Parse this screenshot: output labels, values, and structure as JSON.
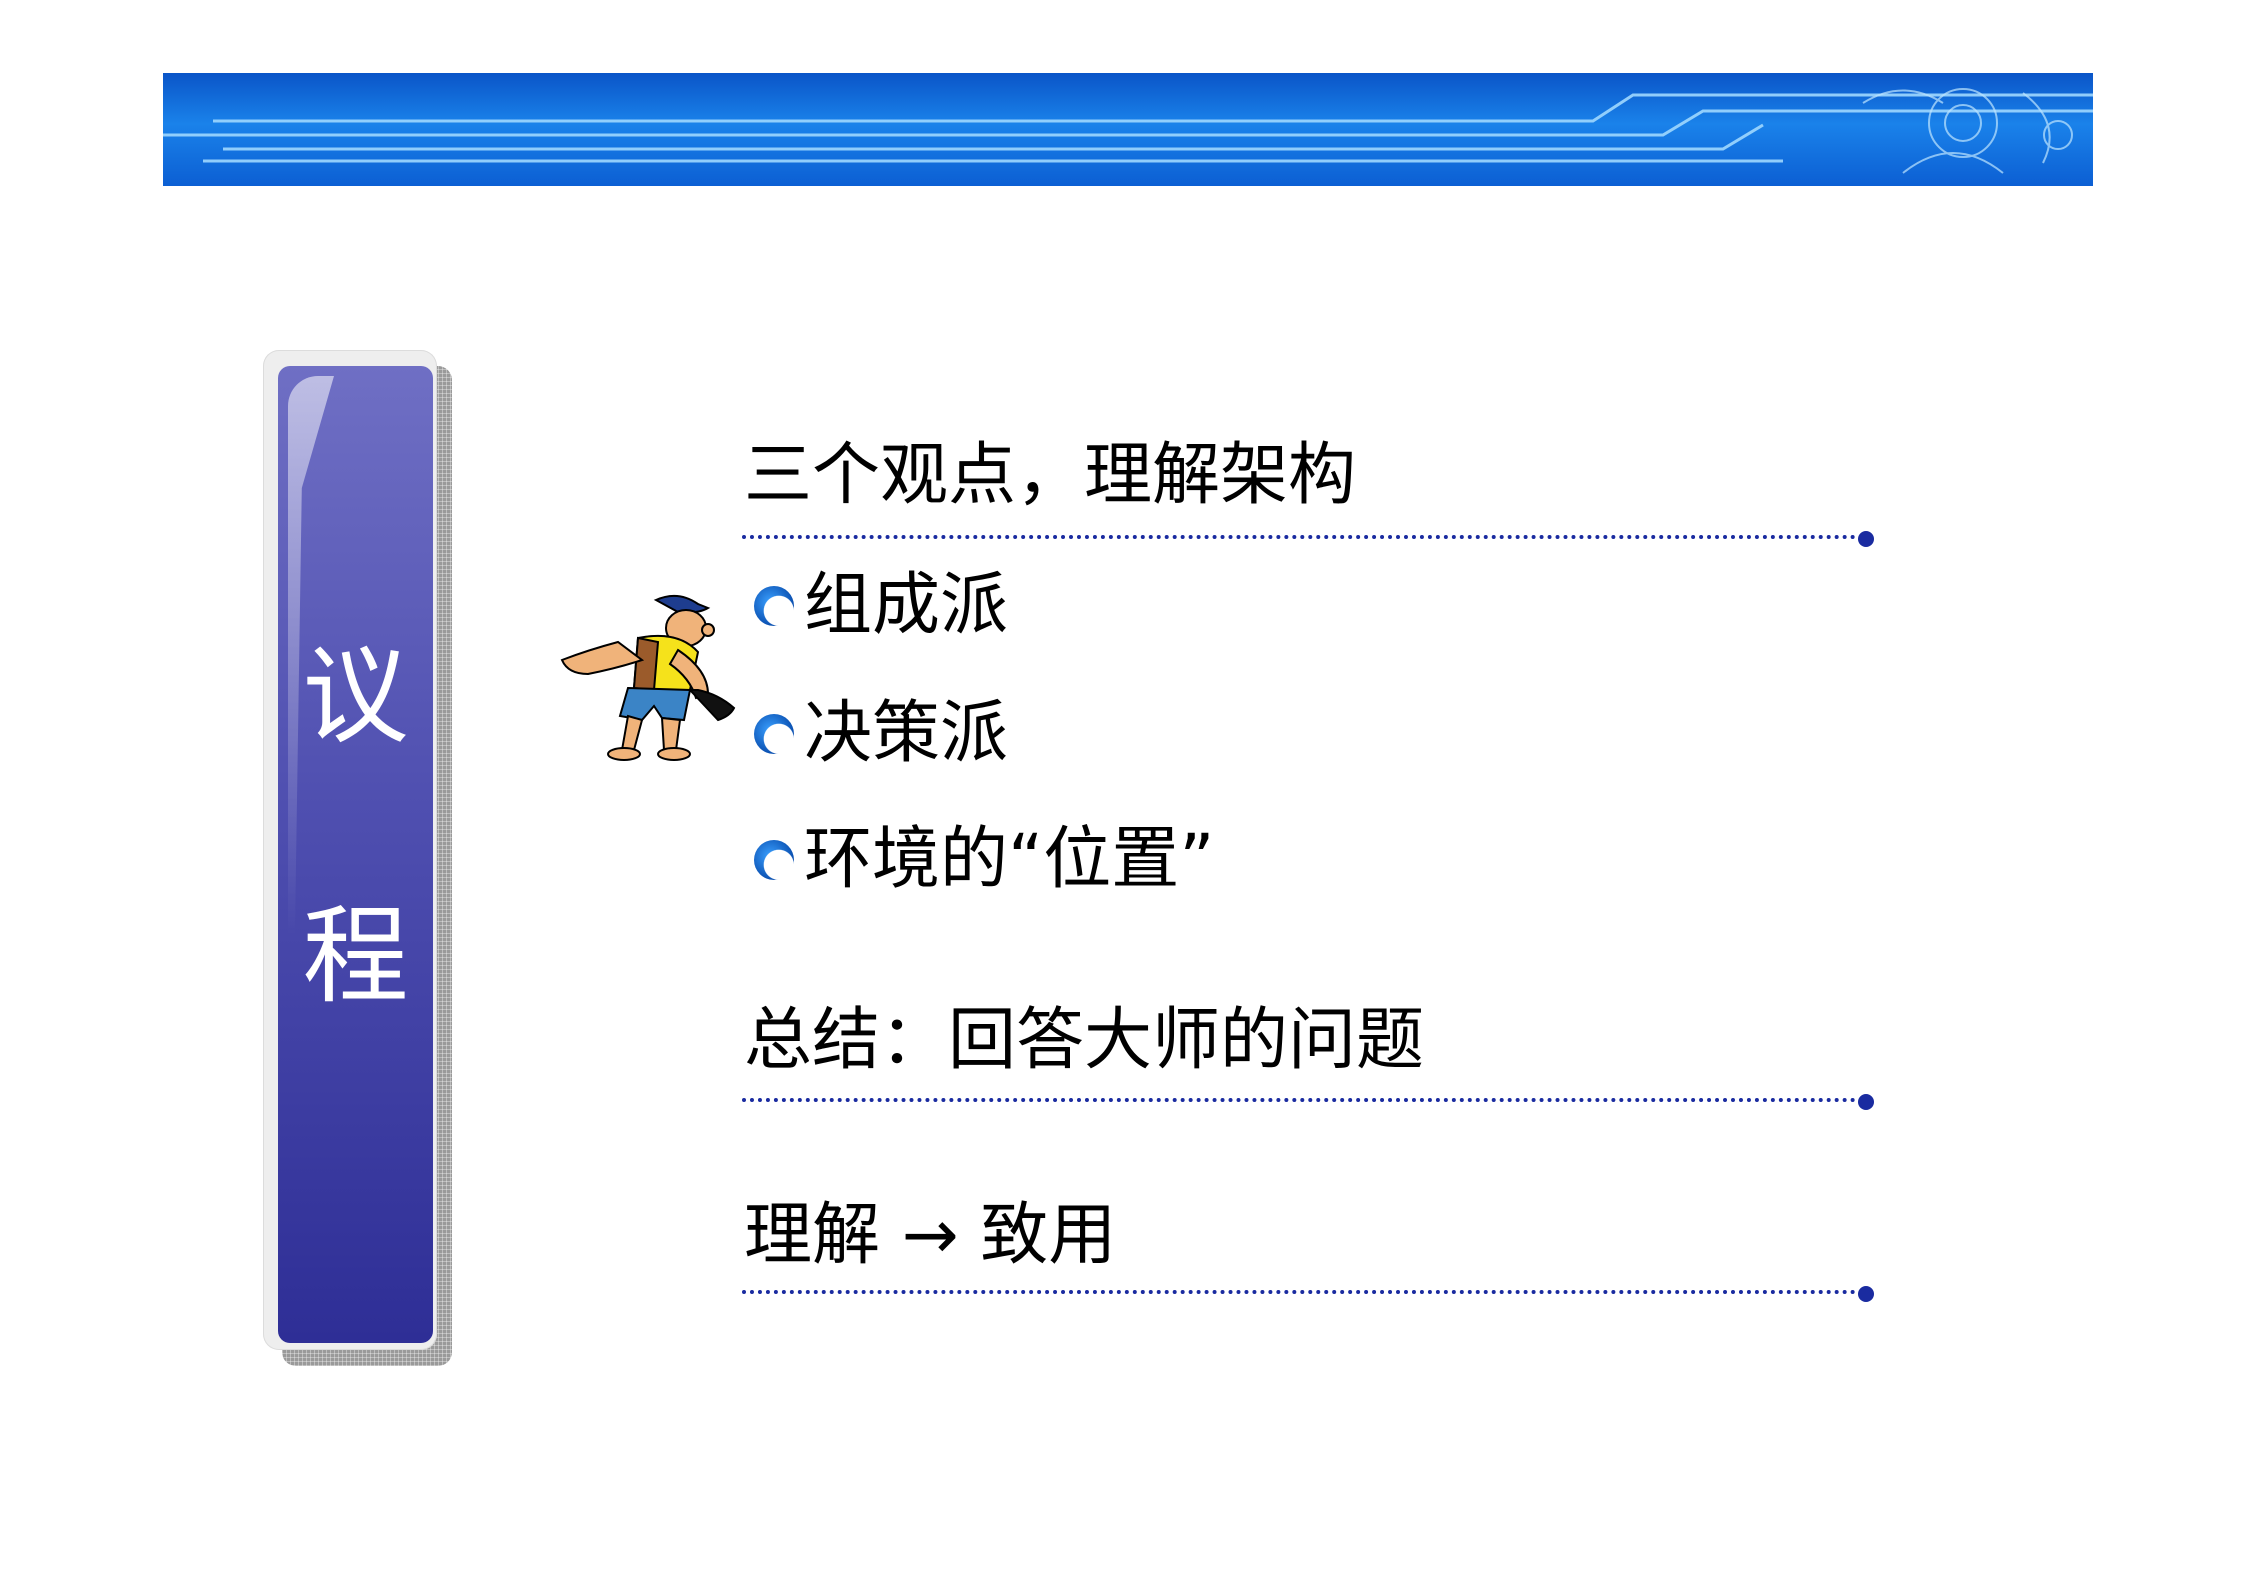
{
  "agenda_label": [
    "议",
    "程"
  ],
  "headings": {
    "h1": "三个观点，理解架构",
    "h2": "总结：回答大师的问题",
    "h3": "理解 → 致用"
  },
  "items": [
    "组成派",
    "决策派",
    "环境的“位置”"
  ],
  "colors": {
    "banner_blue": "#1a82ea",
    "agenda_purple": "#4f4fb0",
    "rule_navy": "#1a2ba0"
  },
  "icons": [
    "banner-circuit-icon",
    "bullet-circle-icon",
    "cartoon-miner-icon"
  ]
}
